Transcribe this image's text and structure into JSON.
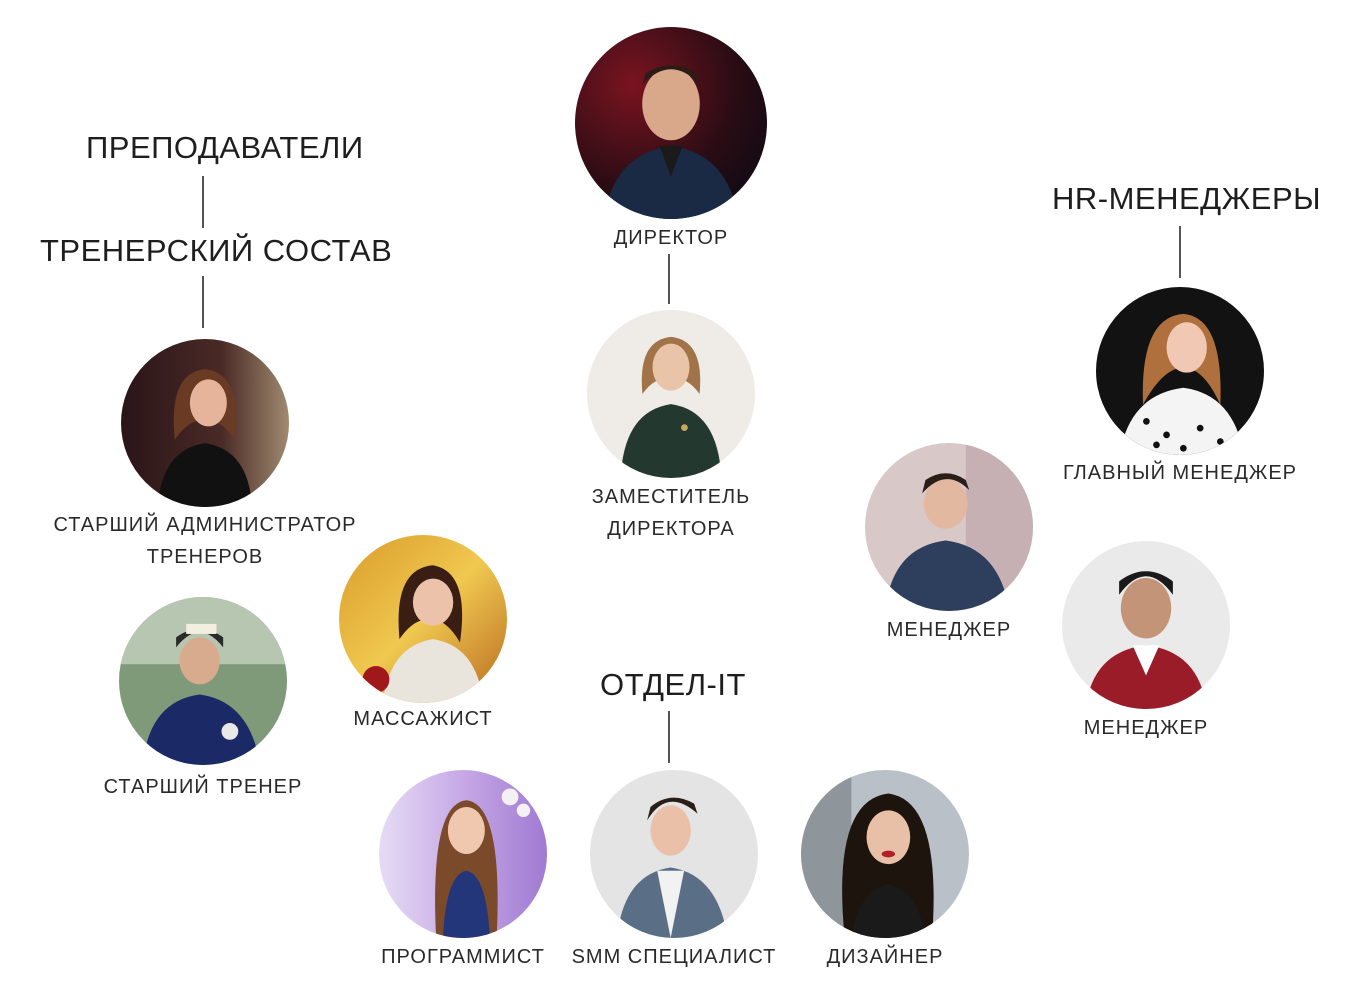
{
  "sections": {
    "teachers": "ПРЕПОДАВАТЕЛИ",
    "coaching_staff": "ТРЕНЕРСКИЙ СОСТАВ",
    "hr_managers": "HR-МЕНЕДЖЕРЫ",
    "it_department": "ОТДЕЛ-IT"
  },
  "people": {
    "director": {
      "role": "ДИРЕКТОР"
    },
    "deputy": {
      "role_line1": "ЗАМЕСТИТЕЛЬ",
      "role_line2": "ДИРЕКТОРА"
    },
    "senior_admin": {
      "role_line1": "СТАРШИЙ АДМИНИСТРАТОР",
      "role_line2": "ТРЕНЕРОВ"
    },
    "senior_coach": {
      "role": "СТАРШИЙ ТРЕНЕР"
    },
    "masseur": {
      "role": "МАССАЖИСТ"
    },
    "head_manager": {
      "role": "ГЛАВНЫЙ МЕНЕДЖЕР"
    },
    "manager_1": {
      "role": "МЕНЕДЖЕР"
    },
    "manager_2": {
      "role": "МЕНЕДЖЕР"
    },
    "programmer": {
      "role": "ПРОГРАММИСТ"
    },
    "smm": {
      "role": "SMM СПЕЦИАЛИСТ"
    },
    "designer": {
      "role": "ДИЗАЙНЕР"
    }
  }
}
